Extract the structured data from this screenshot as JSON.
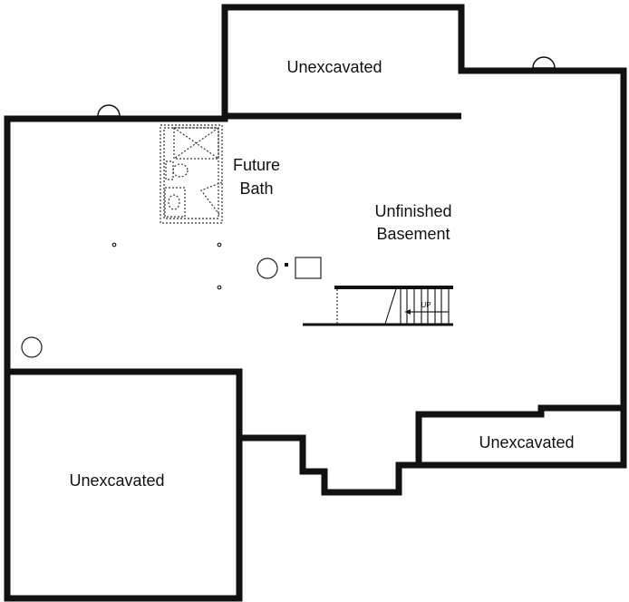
{
  "rooms": {
    "top_unexcavated": "Unexcavated",
    "future_bath_line1": "Future",
    "future_bath_line2": "Bath",
    "basement_line1": "Unfinished",
    "basement_line2": "Basement",
    "right_unexcavated": "Unexcavated",
    "left_unexcavated": "Unexcavated"
  },
  "stairs": {
    "label": "UP"
  }
}
